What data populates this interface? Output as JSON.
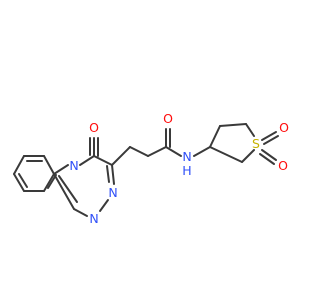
{
  "molecule": {
    "atoms": {
      "o_carbonyl_ring": "O",
      "n_bridge": "N",
      "n_triazine_1": "N",
      "n_triazine_2": "N",
      "o_amide": "O",
      "n_amide": "N",
      "h_amide": "H",
      "s_sulfone": "S",
      "o_sulfone_1": "O",
      "o_sulfone_2": "O"
    },
    "colors": {
      "bond": "#3a3a3a",
      "oxygen": "#ff0d0d",
      "nitrogen": "#3050f8",
      "sulfur": "#c6b300",
      "background": "#ffffff"
    }
  }
}
